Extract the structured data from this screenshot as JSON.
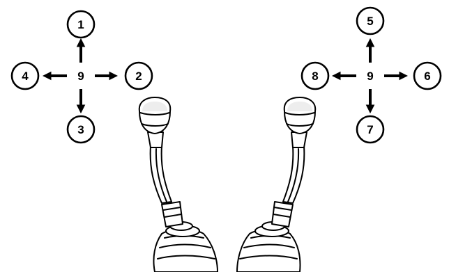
{
  "diagram": {
    "left": {
      "center_label": "9",
      "directions": [
        {
          "label": "1",
          "direction": "up"
        },
        {
          "label": "2",
          "direction": "right"
        },
        {
          "label": "3",
          "direction": "down"
        },
        {
          "label": "4",
          "direction": "left"
        }
      ]
    },
    "right": {
      "center_label": "9",
      "directions": [
        {
          "label": "5",
          "direction": "up"
        },
        {
          "label": "6",
          "direction": "right"
        },
        {
          "label": "7",
          "direction": "down"
        },
        {
          "label": "8",
          "direction": "left"
        }
      ]
    }
  }
}
